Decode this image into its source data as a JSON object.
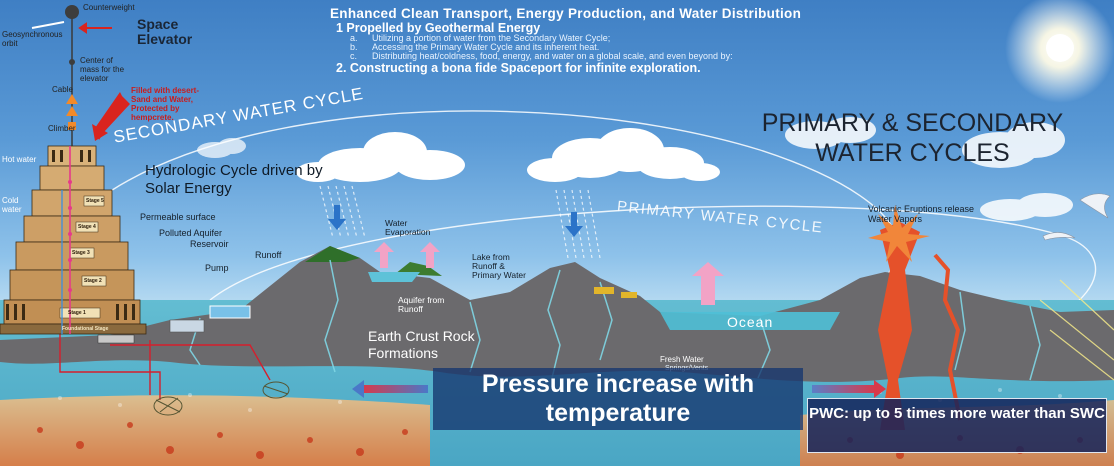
{
  "header": {
    "title": "Enhanced Clean Transport, Energy Production, and Water Distribution",
    "line1": "1 Propelled by Geothermal Energy",
    "subitems": [
      {
        "letter": "a.",
        "text": "Utilizing a portion of water from the Secondary Water Cycle;"
      },
      {
        "letter": "b.",
        "text": "Accessing the Primary Water Cycle and its inherent heat."
      },
      {
        "letter": "c.",
        "text": "Distributing heat/coldness, food, energy, and water on a global scale, and even beyond by:"
      }
    ],
    "line2": "2. Constructing a bona fide Spaceport for infinite exploration."
  },
  "main_title": "PRIMARY & SECONDARY WATER CYCLES",
  "space_elevator": {
    "title": "Space Elevator",
    "counterweight": "Counterweight",
    "geosync": "Geosynchronous orbit",
    "center_of_mass": "Center of mass for the elevator",
    "cable": "Cable",
    "climber": "Climber",
    "hot_water": "Hot water",
    "cold_water": "Cold water",
    "fill_note": "Filled with desert-Sand and Water, Protected by hempcrete."
  },
  "tower": {
    "stages": [
      "Stage 5",
      "Stage 4",
      "Stage 3",
      "Stage 2",
      "Stage 1"
    ],
    "base": "Foundational Stage"
  },
  "arcs": {
    "secondary": "SECONDARY WATER CYCLE",
    "primary": "PRIMARY WATER CYCLE"
  },
  "labels": {
    "hydrologic": "Hydrologic Cycle driven by Solar Energy",
    "permeable": "Permeable surface",
    "polluted": "Polluted Aquifer",
    "reservoir": "Reservoir",
    "pump": "Pump",
    "runoff": "Runoff",
    "water_evap": "Water Evaporation",
    "lake": "Lake from Runoff & Primary Water",
    "aquifer": "Aquifer from Runoff",
    "crust": "Earth Crust Rock Formations",
    "ocean": "Ocean",
    "fresh_water": "Fresh Water",
    "springs": "Springs/Vents",
    "volcanic": "Volcanic Eruptions release Water Vapors"
  },
  "pressure": "Pressure increase with temperature",
  "pwc_note": "PWC: up to 5 times more water than SWC",
  "colors": {
    "sky_top": "#3f7fc4",
    "ground": "#6c6a6c",
    "water": "#6fc7d8",
    "magma": "#e6522a",
    "banner": "#16366e"
  }
}
